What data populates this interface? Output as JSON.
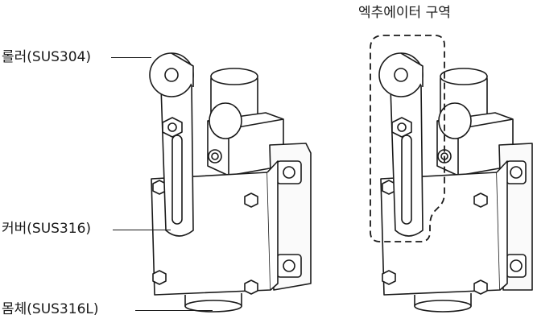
{
  "labels": {
    "roller": "롤러(SUS304)",
    "cover": "커버(SUS316)",
    "body": "몸체(SUS316L)",
    "actuator_zone": "엑추에이터 구역"
  },
  "colors": {
    "line": "#1a1a1a",
    "body_fill": "#ffffff",
    "shade": "#d9d9d9",
    "background": "#ffffff"
  },
  "icons": [
    "limit-switch-drawing",
    "dashed-region-outline"
  ]
}
